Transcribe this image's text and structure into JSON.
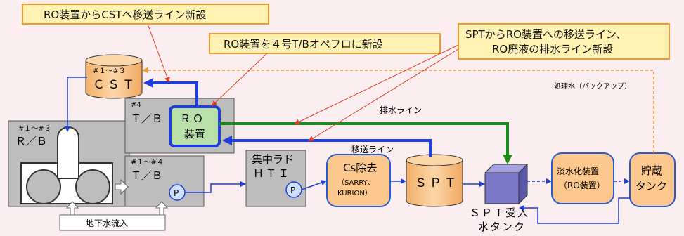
{
  "callouts": {
    "ro_to_cst": "RO装置からCSTへ移送ライン新設",
    "ro_unit4": "RO装置を４号T/Bオペフロに新設",
    "spt_line_1": "SPTからRO装置への移送ライン、",
    "spt_line_2": "RO廃液の排水ライン新設"
  },
  "cst": {
    "range": "#１～#３",
    "name": "ＣＳＴ"
  },
  "treated_water": "処理水（バックアップ）",
  "tb4": {
    "unit": "#4",
    "name": "Ｔ／Ｂ"
  },
  "ro": {
    "line1": "ＲＯ",
    "line2": "装置"
  },
  "drain_line": "排水ライン",
  "transfer_line": "移送ライン",
  "rb": {
    "range": "#１～#３",
    "name": "Ｒ／Ｂ"
  },
  "tb14": {
    "range": "#１～#４",
    "name": "Ｔ／Ｂ"
  },
  "hti": {
    "line1": "集中ラド",
    "line2": "ＨＴＩ"
  },
  "cs": {
    "title": "Cs除去",
    "sub1": "（SARRY、",
    "sub2": "KURION）"
  },
  "spt": {
    "name": "ＳＰＴ"
  },
  "spt_tank": {
    "line1": "ＳＰＴ受入",
    "line2": "水タンク"
  },
  "desal": {
    "line1": "淡水化装置",
    "line2": "（RO装置）"
  },
  "storage": {
    "line1": "貯蔵",
    "line2": "タンク"
  },
  "groundwater": "地下水流入",
  "pump_label": "P",
  "colors": {
    "accent_blue": "#1f3fd6",
    "green": "#1a8a1a",
    "orange": "#f39a2a",
    "callout_bg": "#fff2b3"
  }
}
